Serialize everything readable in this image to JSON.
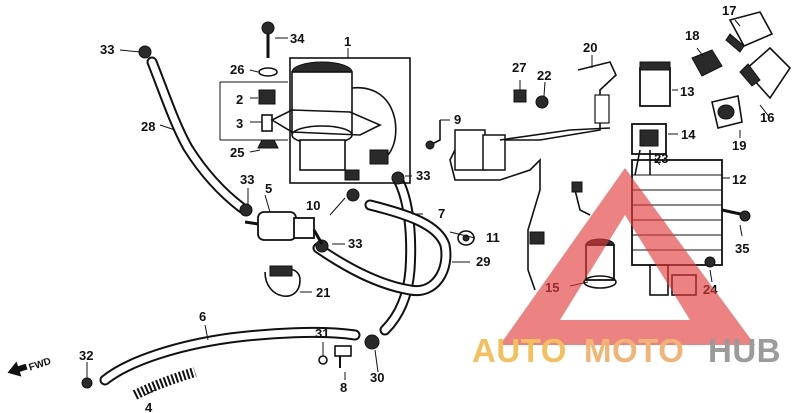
{
  "fwd_label": "FWD",
  "parts": {
    "p1": "1",
    "p2": "2",
    "p3": "3",
    "p4": "4",
    "p5": "5",
    "p6": "6",
    "p7": "7",
    "p8": "8",
    "p9": "9",
    "p10": "10",
    "p11": "11",
    "p12": "12",
    "p13": "13",
    "p14": "14",
    "p15": "15",
    "p16": "16",
    "p17": "17",
    "p18": "18",
    "p19": "19",
    "p20": "20",
    "p21": "21",
    "p22": "22",
    "p23": "23",
    "p24": "24",
    "p25": "25",
    "p26": "26",
    "p27": "27",
    "p28": "28",
    "p29": "29",
    "p30": "30",
    "p31": "31",
    "p32": "32",
    "p33": "33",
    "p34": "34",
    "p35": "35"
  },
  "watermark": {
    "part1": "AUTO",
    "part2": "MOTO",
    "part3": "HUB",
    "colors": {
      "auto": "#f2b640",
      "moto": "#f0a75e",
      "hub": "#8a8a8a",
      "triangle": "#e33b3b"
    }
  }
}
